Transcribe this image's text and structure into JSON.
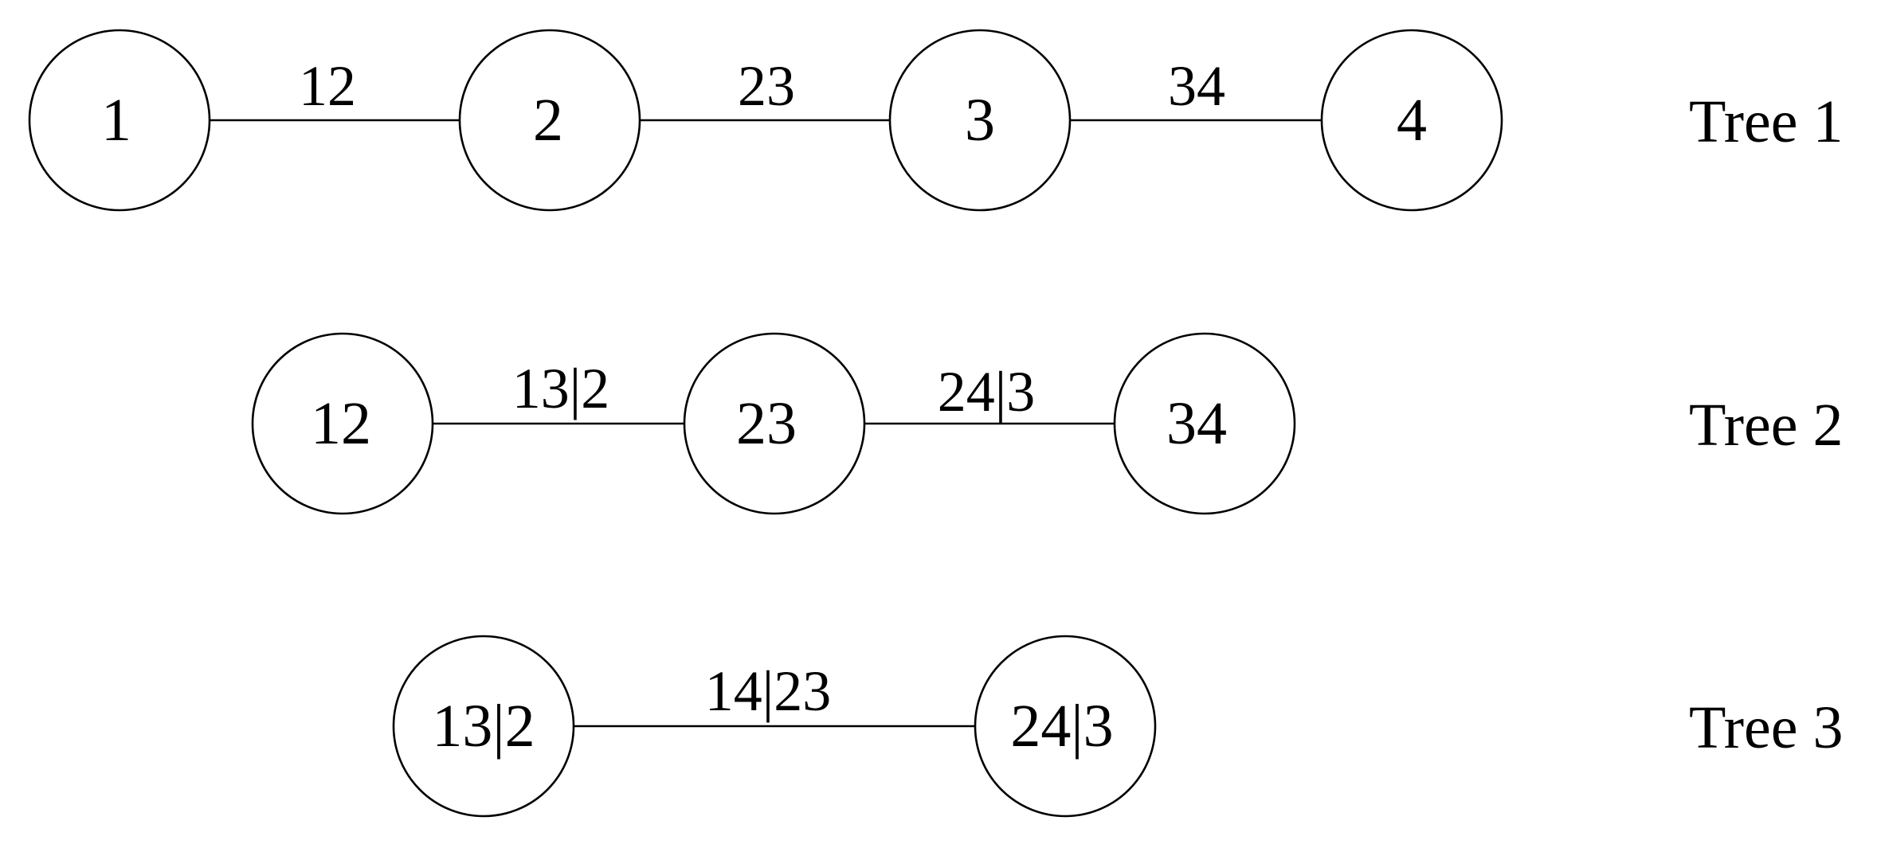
{
  "trees": [
    {
      "label": "Tree 1",
      "nodes": [
        "1",
        "2",
        "3",
        "4"
      ],
      "edges": [
        "12",
        "23",
        "34"
      ]
    },
    {
      "label": "Tree 2",
      "nodes": [
        "12",
        "23",
        "34"
      ],
      "edges": [
        "13|2",
        "24|3"
      ]
    },
    {
      "label": "Tree 3",
      "nodes": [
        "13|2",
        "24|3"
      ],
      "edges": [
        "14|23"
      ]
    }
  ]
}
